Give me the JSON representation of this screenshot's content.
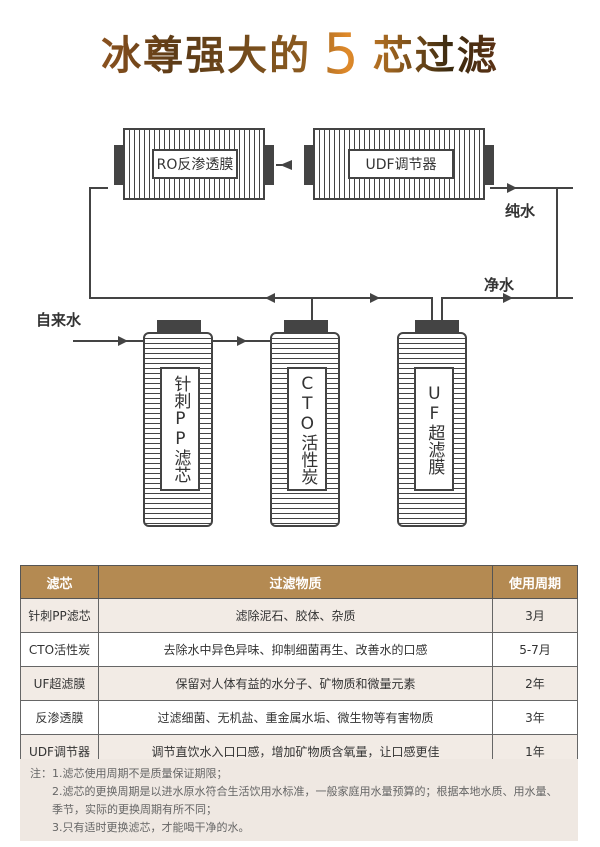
{
  "title": {
    "before": "冰尊强大的",
    "number": "5",
    "after": "芯过滤"
  },
  "diagram": {
    "ro_label": "RO反渗透膜",
    "udf_label": "UDF调节器",
    "pure_water": "纯水",
    "clean_water": "净水",
    "tap_water": "自来水",
    "pp_label": "针刺PP滤芯",
    "cto_label": "CTO活性炭",
    "uf_label": "UF超滤膜"
  },
  "table": {
    "headers": [
      "滤芯",
      "过滤物质",
      "使用周期"
    ],
    "rows": [
      [
        "针刺PP滤芯",
        "滤除泥石、胶体、杂质",
        "3月"
      ],
      [
        "CTO活性炭",
        "去除水中异色异味、抑制细菌再生、改善水的口感",
        "5-7月"
      ],
      [
        "UF超滤膜",
        "保留对人体有益的水分子、矿物质和微量元素",
        "2年"
      ],
      [
        "反渗透膜",
        "过滤细菌、无机盐、重金属水垢、微生物等有害物质",
        "3年"
      ],
      [
        "UDF调节器",
        "调节直饮水入口口感，增加矿物质含氧量，让口感更佳",
        "1年"
      ]
    ]
  },
  "notes": [
    "注：1.滤芯使用周期不是质量保证期限；",
    "2.滤芯的更换周期是以进水原水符合生活饮用水标准，一般家庭用水量预算的；根据本地水质、用水量、季节，实际的更换周期有所不同；",
    "3.只有适时更换滤芯，才能喝干净的水。"
  ]
}
